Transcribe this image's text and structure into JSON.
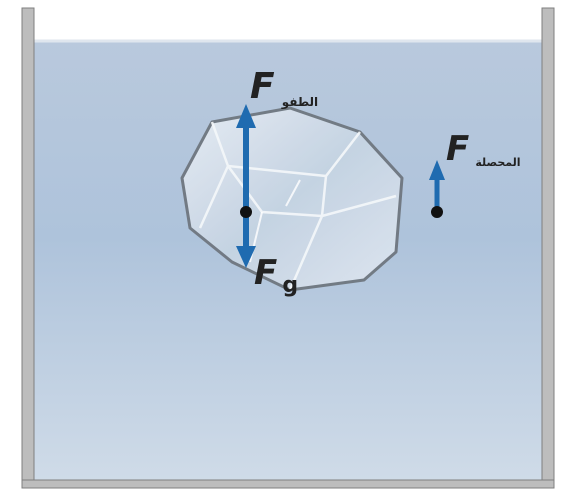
{
  "labels": {
    "buoyant": {
      "symbol": "F",
      "subscript": "الطفو"
    },
    "weight": {
      "symbol": "F",
      "subscript": "g"
    },
    "net": {
      "symbol": "F",
      "subscript": "المحصلة"
    }
  },
  "colors": {
    "water_top": "#c9d6e6",
    "water_bottom": "#9db6d2",
    "arrow": "#1f6bb0",
    "dot": "#111111",
    "container_wall": "#8a8a8a"
  }
}
